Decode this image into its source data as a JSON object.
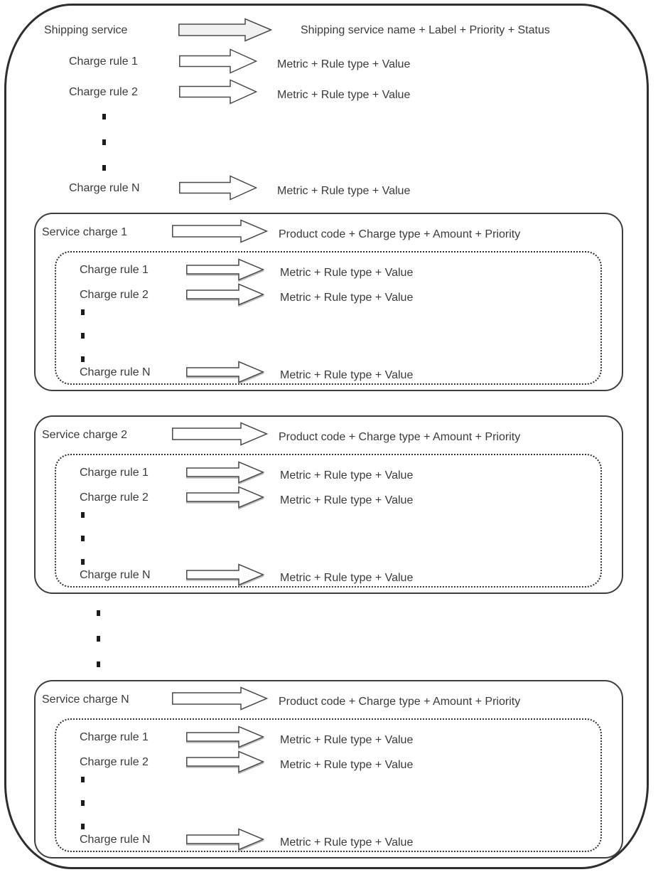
{
  "diagram": {
    "title_hint": "Shipping service charge structure",
    "root_row": {
      "label": "Shipping service",
      "detail": "Shipping service name + Label + Priority + Status"
    },
    "top_rules": [
      {
        "label": "Charge rule 1",
        "detail": "Metric + Rule type + Value"
      },
      {
        "label": "Charge rule 2",
        "detail": "Metric + Rule type + Value"
      },
      {
        "label": "Charge rule N",
        "detail": "Metric + Rule type + Value"
      }
    ],
    "service_charges": [
      {
        "label": "Service charge 1",
        "detail": "Product code + Charge type + Amount + Priority",
        "rules": [
          {
            "label": "Charge rule 1",
            "detail": "Metric + Rule type + Value"
          },
          {
            "label": "Charge rule 2",
            "detail": "Metric + Rule type + Value"
          },
          {
            "label": "Charge rule N",
            "detail": "Metric + Rule type + Value"
          }
        ]
      },
      {
        "label": "Service charge 2",
        "detail": "Product code + Charge type + Amount + Priority",
        "rules": [
          {
            "label": "Charge rule 1",
            "detail": "Metric + Rule type + Value"
          },
          {
            "label": "Charge rule 2",
            "detail": "Metric + Rule type + Value"
          },
          {
            "label": "Charge rule N",
            "detail": "Metric + Rule type + Value"
          }
        ]
      },
      {
        "label": "Service charge N",
        "detail": "Product code + Charge type + Amount + Priority",
        "rules": [
          {
            "label": "Charge rule 1",
            "detail": "Metric + Rule type + Value"
          },
          {
            "label": "Charge rule 2",
            "detail": "Metric + Rule type + Value"
          },
          {
            "label": "Charge rule N",
            "detail": "Metric + Rule type + Value"
          }
        ]
      }
    ],
    "colors": {
      "outer_border": "#2e2e2e",
      "box_border": "#3f3f3f",
      "dotted_border": "#333333",
      "arrow_stroke": "#4a4a4a",
      "arrow_fill": "#ffffff",
      "arrow_fill_highlight": "#f1f1f1",
      "text": "#3b3b3b",
      "background": "#ffffff"
    }
  }
}
